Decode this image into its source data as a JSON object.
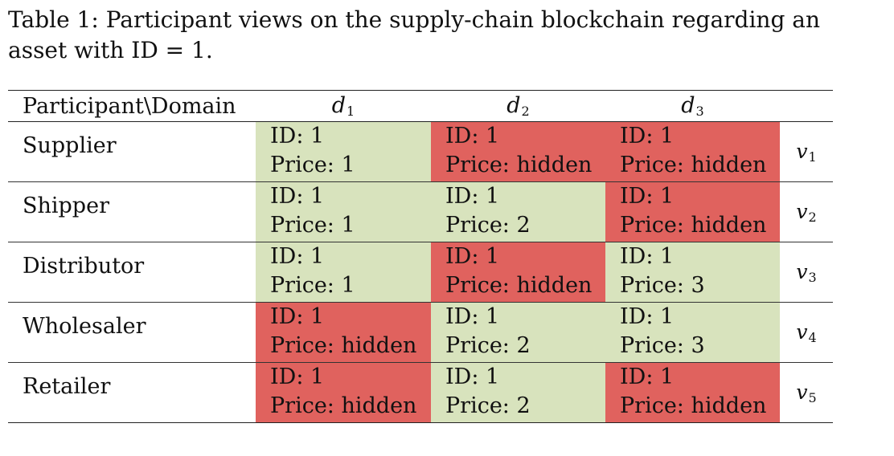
{
  "caption": {
    "label": "Table 1:",
    "text": "Participant views on the supply-chain blockchain regarding an asset with ID = 1."
  },
  "table": {
    "corner_header": "Participant\\Domain",
    "domains": [
      {
        "var": "d",
        "sub": "1"
      },
      {
        "var": "d",
        "sub": "2"
      },
      {
        "var": "d",
        "sub": "3"
      }
    ],
    "rows": [
      {
        "participant": "Supplier",
        "view": {
          "var": "v",
          "sub": "1"
        },
        "cells": [
          {
            "id": "ID: 1",
            "price": "Price: 1",
            "status": "visible"
          },
          {
            "id": "ID: 1",
            "price": "Price: hidden",
            "status": "hidden"
          },
          {
            "id": "ID: 1",
            "price": "Price: hidden",
            "status": "hidden"
          }
        ]
      },
      {
        "participant": "Shipper",
        "view": {
          "var": "v",
          "sub": "2"
        },
        "cells": [
          {
            "id": "ID: 1",
            "price": "Price: 1",
            "status": "visible"
          },
          {
            "id": "ID: 1",
            "price": "Price: 2",
            "status": "visible"
          },
          {
            "id": "ID: 1",
            "price": "Price: hidden",
            "status": "hidden"
          }
        ]
      },
      {
        "participant": "Distributor",
        "view": {
          "var": "v",
          "sub": "3"
        },
        "cells": [
          {
            "id": "ID: 1",
            "price": "Price: 1",
            "status": "visible"
          },
          {
            "id": "ID: 1",
            "price": "Price: hidden",
            "status": "hidden"
          },
          {
            "id": "ID: 1",
            "price": "Price: 3",
            "status": "visible"
          }
        ]
      },
      {
        "participant": "Wholesaler",
        "view": {
          "var": "v",
          "sub": "4"
        },
        "cells": [
          {
            "id": "ID: 1",
            "price": "Price: hidden",
            "status": "hidden"
          },
          {
            "id": "ID: 1",
            "price": "Price: 2",
            "status": "visible"
          },
          {
            "id": "ID: 1",
            "price": "Price: 3",
            "status": "visible"
          }
        ]
      },
      {
        "participant": "Retailer",
        "view": {
          "var": "v",
          "sub": "5"
        },
        "cells": [
          {
            "id": "ID: 1",
            "price": "Price: hidden",
            "status": "hidden"
          },
          {
            "id": "ID: 1",
            "price": "Price: 2",
            "status": "visible"
          },
          {
            "id": "ID: 1",
            "price": "Price: hidden",
            "status": "hidden"
          }
        ]
      }
    ]
  },
  "colors": {
    "visible_cell": "#d8e3bd",
    "hidden_cell": "#e0625e"
  }
}
